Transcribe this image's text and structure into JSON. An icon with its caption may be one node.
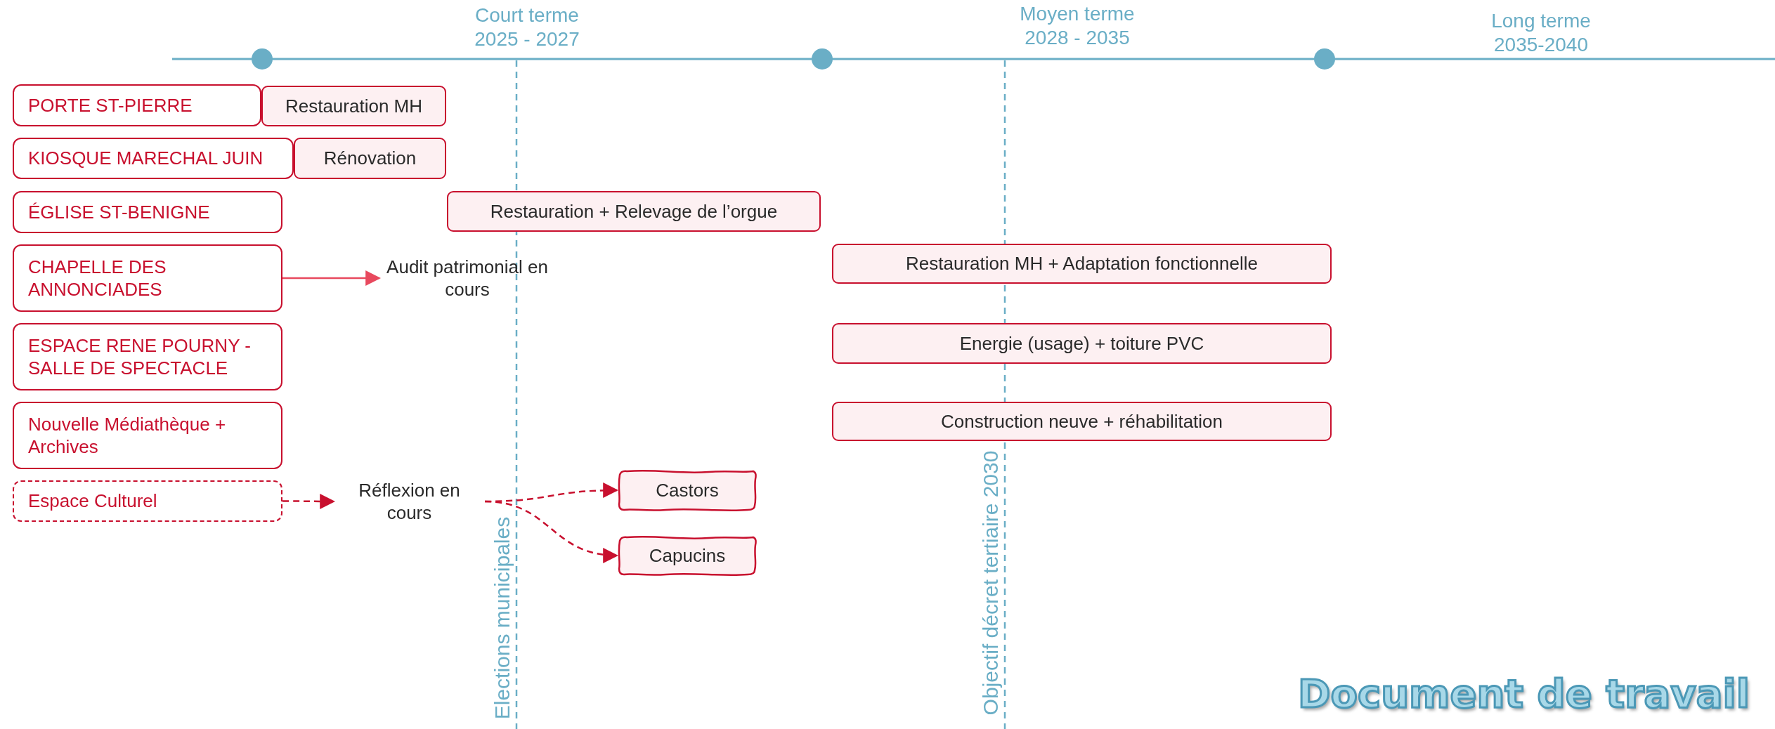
{
  "diagram": {
    "nodes": [
      {
        "text": [
          "PORTE ST-PIERRE"
        ]
      },
      {
        "text": [
          "Restauration MH"
        ]
      },
      {
        "text": [
          "KIOSQUE MARECHAL JUIN"
        ]
      },
      {
        "text": [
          "Rénovation"
        ]
      },
      {
        "text": [
          "ÉGLISE ST-BENIGNE"
        ]
      },
      {
        "text": [
          "Restauration + Relevage de l’orgue"
        ]
      },
      {
        "text": [
          "CHAPELLE DES ANNONCIADES"
        ]
      },
      {
        "text": [
          "Audit patrimonial en cours"
        ]
      },
      {
        "text": [
          "Restauration MH + Adaptation fonctionnelle"
        ]
      },
      {
        "text": [
          "ESPACE RENE POURNY - SALLE DE SPECTACLE"
        ]
      },
      {
        "text": [
          "Energie (usage) + toiture PVC"
        ]
      },
      {
        "text": [
          "Nouvelle Médiathèque + Archives"
        ]
      },
      {
        "text": [
          "Construction neuve +  réhabilitation"
        ]
      },
      {
        "text": [
          "Espace Culturel"
        ]
      },
      {
        "text": [
          "Réflexion en cours"
        ]
      },
      {
        "text": [
          "Castors"
        ]
      },
      {
        "text": [
          "Capucins"
        ]
      }
    ],
    "edges": [
      {
        "from": 6,
        "to": 7,
        "arrow": "to",
        "color": "#e8495e"
      },
      {
        "from": 13,
        "to": 14,
        "arrow": "to",
        "style": "dashed"
      },
      {
        "from": 14,
        "to": 15,
        "arrow": "to",
        "style": "dashed"
      },
      {
        "from": 14,
        "to": 16,
        "arrow": "to",
        "style": "dashed"
      }
    ],
    "labels": [
      "Court terme",
      "2025 - 2027",
      "Moyen terme",
      "2028 - 2035",
      "Long terme",
      "2035-2040",
      "Elections municipales",
      "Objectif décret tertiaire 2030",
      "Document de travail"
    ]
  }
}
